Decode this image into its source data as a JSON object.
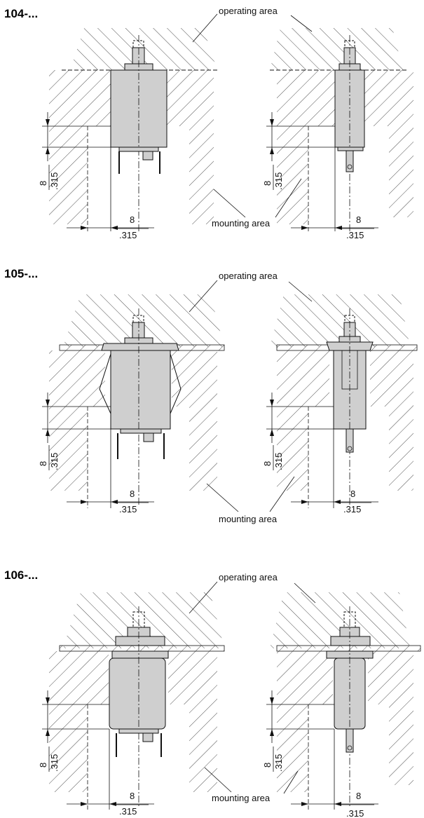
{
  "figure": {
    "sections": [
      {
        "code": "104-...",
        "operating_label": "operating area",
        "mounting_label": "mounting area",
        "left_dim": {
          "metric": "8",
          "imperial": ".315"
        },
        "bottom_left": {
          "metric": "8",
          "imperial": ".315"
        },
        "bottom_right": {
          "metric": "8",
          "imperial": ".315"
        },
        "right_dim": {
          "metric": "8",
          "imperial": ".315"
        }
      },
      {
        "code": "105-...",
        "operating_label": "operating area",
        "mounting_label": "mounting area",
        "left_dim": {
          "metric": "8",
          "imperial": ".315"
        },
        "bottom_left": {
          "metric": "8",
          "imperial": ".315"
        },
        "bottom_right": {
          "metric": "8",
          "imperial": ".315"
        },
        "right_dim": {
          "metric": "8",
          "imperial": ".315"
        }
      },
      {
        "code": "106-...",
        "operating_label": "operating area",
        "mounting_label": "mounting area",
        "left_dim": {
          "metric": "8",
          "imperial": ".315"
        },
        "bottom_left": {
          "metric": "8",
          "imperial": ".315"
        },
        "bottom_right": {
          "metric": "8",
          "imperial": ".315"
        },
        "right_dim": {
          "metric": "8",
          "imperial": ".315"
        }
      }
    ]
  },
  "colors": {
    "body": "#cfcfcf",
    "line": "#111111"
  }
}
